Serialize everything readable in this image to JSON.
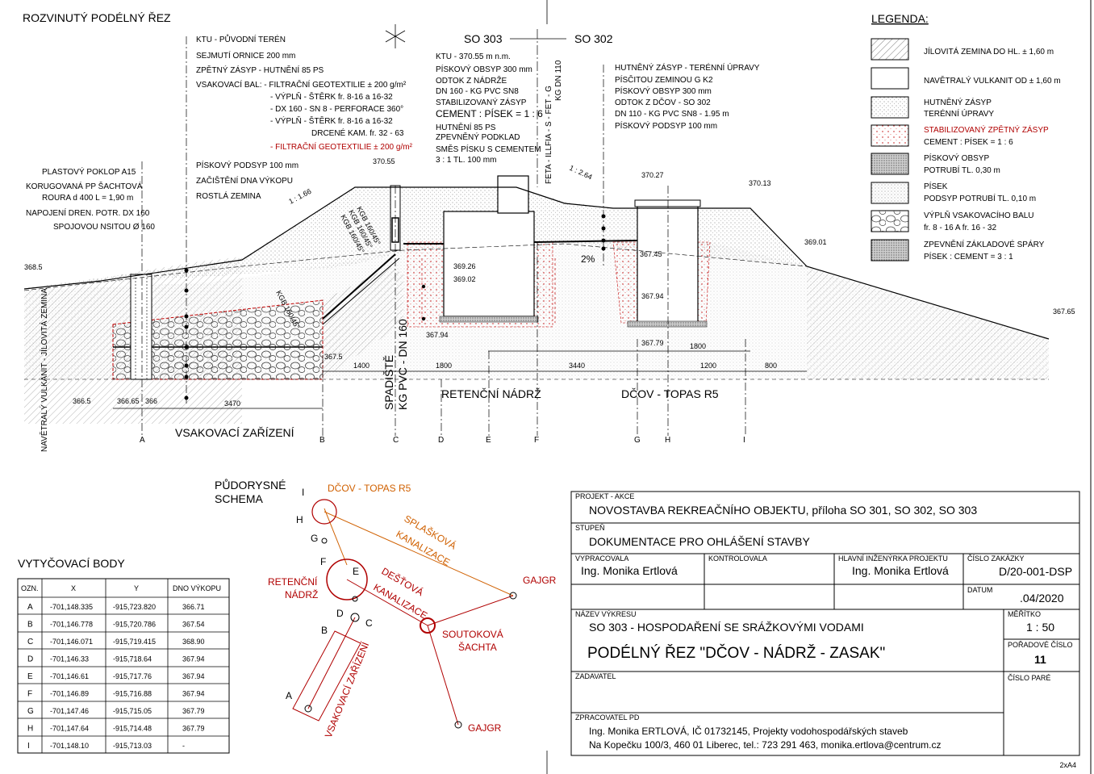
{
  "section_title": "ROZVINUTÝ PODÉLNÝ ŘEZ",
  "so_left": "SO 303",
  "so_right": "SO 302",
  "legend": {
    "title": "LEGENDA:",
    "items": [
      {
        "l1": "JÍLOVITÁ ZEMINA DO HL. ± 1,60 m",
        "l2": ""
      },
      {
        "l1": "NAVĚTRALÝ VULKANIT OD ± 1,60 m",
        "l2": ""
      },
      {
        "l1": "HUTNĚNÝ ZÁSYP",
        "l2": "TERÉNNÍ ÚPRAVY"
      },
      {
        "l1": "STABILIZOVANÝ ZPĚTNÝ ZÁSYP",
        "l2": "CEMENT : PÍSEK = 1 : 6"
      },
      {
        "l1": "PÍSKOVÝ OBSYP",
        "l2": "POTRUBÍ TL. 0,30 m"
      },
      {
        "l1": "PÍSEK",
        "l2": "PODSYP POTRUBÍ TL. 0,10 m"
      },
      {
        "l1": "VÝPLŇ VSAKOVACÍHO BALU",
        "l2": "fr. 8 - 16 A fr. 16 - 32"
      },
      {
        "l1": "ZPEVNĚNÍ ZÁKLADOVÉ SPÁRY",
        "l2": "PÍSEK : CEMENT = 3 : 1"
      }
    ]
  },
  "notes_left": [
    "KTU - PŮVODNÍ TERÉN",
    "SEJMUTÍ ORNICE 200 mm",
    "ZPĚTNÝ ZÁSYP - HUTNĚNÍ 85 PS",
    "VSAKOVACÍ BAL: - FILTRAČNÍ GEOTEXTILIE ± 200 g/m²",
    "- VÝPLŇ - ŠTĚRK fr. 8-16 a 16-32",
    "- DX 160 - SN 8 - PERFORACE 360°",
    "- VÝPLŇ - ŠTĚRK fr. 8-16 a 16-32",
    "DRCENÉ KAM. fr. 32 - 63",
    "- FILTRAČNÍ GEOTEXTILIE ± 200 g/m²",
    "PÍSKOVÝ PODSYP 100 mm",
    "ZAČIŠTĚNÍ DNA VÝKOPU",
    "ROSTLÁ ZEMINA"
  ],
  "notes_far_left": [
    "PLASTOVÝ POKLOP A15",
    "KORUGOVANÁ PP ŠACHTOVÁ",
    "ROURA d 400 L = 1,90 m",
    "NAPOJENÍ DREN. POTR. DX 160",
    "SPOJOVOU NSITOU Ø 160"
  ],
  "notes_mid": [
    "KTU - 370.55 m n.m.",
    "PÍSKOVÝ OBSYP 300 mm",
    "ODTOK Z NÁDRŽE",
    "DN 160 - KG PVC SN8",
    "STABILIZOVANÝ ZÁSYP",
    "CEMENT : PÍSEK = 1 : 6",
    "HUTNĚNÍ 85 PS",
    "ZPEVNĚNÝ PODKLAD",
    "SMĚS PÍSKU S CEMENTEM",
    "3 : 1 TL. 100 mm"
  ],
  "notes_right": [
    "HUTNĚNÝ ZÁSYP - TERÉNNÍ ÚPRAVY",
    "PÍSČITOU ZEMINOU G K2",
    "PÍSKOVÝ OBSYP 300 mm",
    "ODTOK Z DČOV - SO 302",
    "DN 110 - KG PVC SN8 - 1.95 m",
    "PÍSKOVÝ PODSYP 100 mm"
  ],
  "vertical_labels": {
    "soil": "NAVĚTRALÝ VULKANIT - JÍLOVITÁ ZEMINA",
    "pipe": "FETA - ILLFIA - S - FET - G",
    "pipe2": "KG DN 110",
    "drop_shaft": "SPADIŠTĚ",
    "drop_pipe": "KG PVC - DN 160",
    "kg1": "KGB 160/45°",
    "kg2": "KGB 160/45°",
    "kg3": "KGB 160/45°",
    "kg4": "KGB 160/45°"
  },
  "levels": {
    "l1": "368.5",
    "l2": "370.55",
    "l3": "370.27",
    "l4": "370.13",
    "l5": "369.01",
    "l6": "367.65",
    "l7": "366.5",
    "l8": "366.65",
    "l9": "366",
    "l10": "367.5",
    "l11": "369.26",
    "l12": "369.02",
    "l13": "367.94",
    "l14": "367.45",
    "l15": "367.94",
    "l16": "367.79",
    "slope1": "1 : 1.66",
    "slope2": "1 : 2.64",
    "slope3": "2%"
  },
  "dims": {
    "d1": "3470",
    "d2": "1400",
    "d3": "1800",
    "d4": "3440",
    "d5": "1200",
    "d6": "1800",
    "d7": "800"
  },
  "section_labels": {
    "infiltration": "VSAKOVACÍ ZAŘÍZENÍ",
    "tank": "RETENČNÍ NÁDRŽ",
    "wwtp": "DČOV - TOPAS R5"
  },
  "axis_letters": [
    "A",
    "B",
    "C",
    "D",
    "E",
    "F",
    "G",
    "H",
    "I"
  ],
  "plan": {
    "title1": "PŮDORYSNÉ",
    "title2": "SCHEMA",
    "wwtp": "DČOV - TOPAS R5",
    "sewer1": "SPLAŠKOVÁ",
    "sewer2": "KANALIZACE",
    "storm1": "DEŠŤOVÁ",
    "storm2": "KANALIZACE",
    "tank1": "RETENČNÍ",
    "tank2": "NÁDRŽ",
    "junction1": "SOUTOKOVÁ",
    "junction2": "ŠACHTA",
    "infiltration": "VSAKOVACÍ ZAŘÍZENÍ",
    "gajgr1": "GAJGR",
    "gajgr2": "GAJGR",
    "letters": {
      "A": "A",
      "B": "B",
      "C": "C",
      "D": "D",
      "E": "E",
      "F": "F",
      "G": "G",
      "H": "H",
      "I": "I"
    }
  },
  "points_table": {
    "title": "VYTYČOVACÍ BODY",
    "headers": [
      "OZN.",
      "X",
      "Y",
      "DNO VÝKOPU"
    ],
    "rows": [
      [
        "A",
        "-701,148.335",
        "-915,723.820",
        "366.71"
      ],
      [
        "B",
        "-701,146.778",
        "-915,720.786",
        "367.54"
      ],
      [
        "C",
        "-701,146.071",
        "-915,719.415",
        "368.90"
      ],
      [
        "D",
        "-701,146.33",
        "-915,718.64",
        "367.94"
      ],
      [
        "E",
        "-701,146.61",
        "-915,717.76",
        "367.94"
      ],
      [
        "F",
        "-701,146.89",
        "-915,716.88",
        "367.94"
      ],
      [
        "G",
        "-701,147.46",
        "-915,715.05",
        "367.79"
      ],
      [
        "H",
        "-701,147.64",
        "-915,714.48",
        "367.79"
      ],
      [
        "I",
        "-701,148.10",
        "-915,713.03",
        "-"
      ]
    ]
  },
  "title_block": {
    "project_label": "PROJEKT - AKCE",
    "project": "NOVOSTAVBA REKREAČNÍHO OBJEKTU, příloha SO 301, SO 302, SO 303",
    "stage_label": "STUPEŇ",
    "stage": "DOKUMENTACE PRO OHLÁŠENÍ STAVBY",
    "prepared_label": "VYPRACOVALA",
    "prepared": "Ing. Monika Ertlová",
    "checked_label": "KONTROLOVALA",
    "checked": "",
    "chief_label": "HLAVNÍ INŽENÝRKA PROJEKTU",
    "chief": "Ing. Monika Ertlová",
    "order_label": "ČÍSLO ZAKÁZKY",
    "order": "D/20-001-DSP",
    "date_label": "DATUM",
    "date": ".04/2020",
    "drawing_label": "NÁZEV VÝKRESU",
    "drawing_sub": "SO 303 - HOSPODAŘENÍ SE SRÁŽKOVÝMI VODAMI",
    "drawing_title": "PODÉLNÝ ŘEZ   \"DČOV - NÁDRŽ - ZASAK\"",
    "scale_label": "MĚŘÍTKO",
    "scale": "1 : 50",
    "seq_label": "POŘADOVÉ ČÍSLO",
    "seq": "11",
    "copy_label": "ČÍSLO PARÉ",
    "client_label": "ZADAVATEL",
    "author_label": "ZPRACOVATEL PD",
    "author1": "Ing. Monika ERTLOVÁ, IČ 01732145, Projekty vodohospodářských staveb",
    "author2": "Na Kopečku 100/3, 460 01 Liberec, tel.: 723 291 463, monika.ertlova@centrum.cz",
    "format": "2xA4"
  },
  "colors": {
    "red": "#b00000",
    "orange": "#d06000",
    "line": "#000000"
  }
}
